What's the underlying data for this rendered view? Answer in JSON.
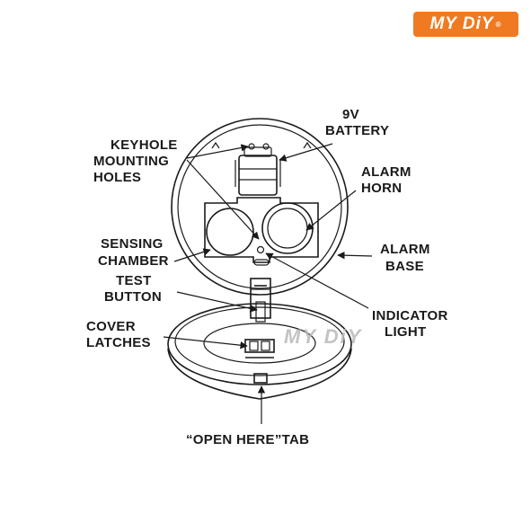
{
  "brand": {
    "logo_text": "MY DiY",
    "registered_mark": "®",
    "accent_color": "#f07a22"
  },
  "watermark": "MY DiY",
  "labels": {
    "battery": [
      "9V",
      "BATTERY"
    ],
    "keyhole": [
      "KEYHOLE",
      "MOUNTING",
      "HOLES"
    ],
    "alarm_horn": [
      "ALARM",
      "HORN"
    ],
    "sensing_chamber": [
      "SENSING",
      "CHAMBER"
    ],
    "alarm_base": [
      "ALARM",
      "BASE"
    ],
    "test_button": [
      "TEST",
      "BUTTON"
    ],
    "indicator_light": [
      "INDICATOR",
      "LIGHT"
    ],
    "cover_latches": [
      "COVER",
      "LATCHES"
    ],
    "open_here_tab": "“OPEN HERE”TAB"
  }
}
